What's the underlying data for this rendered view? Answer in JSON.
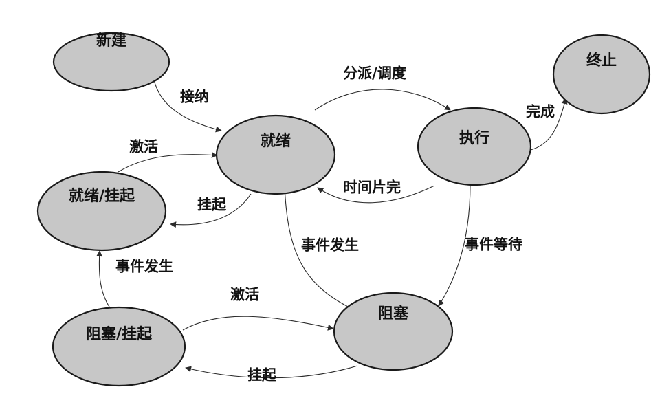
{
  "diagram": {
    "nodes": {
      "new": "新建",
      "ready": "就绪",
      "running": "执行",
      "terminated": "终止",
      "ready_suspended": "就绪/挂起",
      "blocked": "阻塞",
      "blocked_suspended": "阻塞/挂起"
    },
    "edges": {
      "admit": "接纳",
      "dispatch": "分派/调度",
      "complete": "完成",
      "timeout": "时间片完",
      "wait_event": "事件等待",
      "event_occurs_blocked_to_ready": "事件发生",
      "activate_ready_suspended": "激活",
      "suspend_ready": "挂起",
      "event_occurs_suspended": "事件发生",
      "activate_blocked_suspended": "激活",
      "suspend_blocked": "挂起"
    }
  }
}
